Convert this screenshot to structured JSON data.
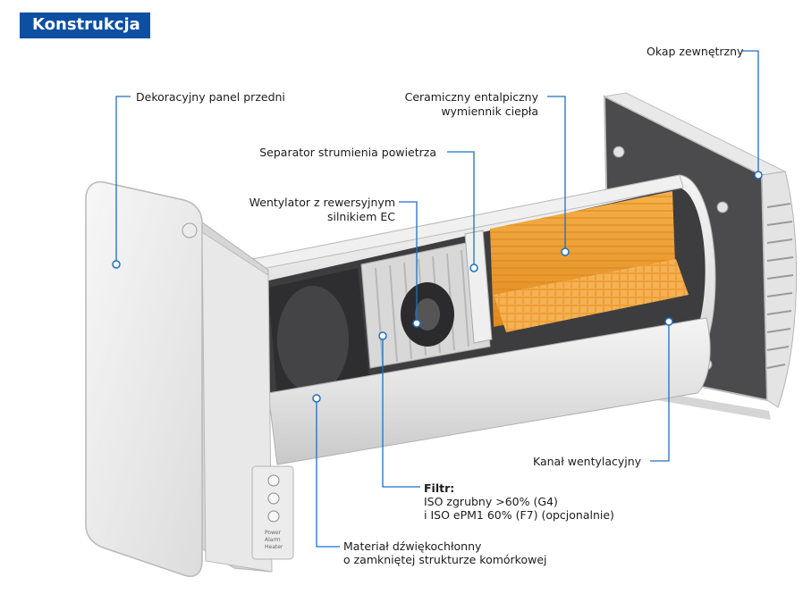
{
  "title": "Konstrukcja",
  "labels": {
    "front_panel": "Dekoracyjny panel przedni",
    "exterior_hood": "Okap zewnętrzny",
    "heat_exchanger_line1": "Ceramiczny entalpiczny",
    "heat_exchanger_line2": "wymiennik ciepła",
    "air_separator": "Separator strumienia powietrza",
    "fan_line1": "Wentylator z rewersyjnym",
    "fan_line2": "silnikiem EC",
    "duct": "Kanał wentylacyjny",
    "filter_title": "Filtr:",
    "filter_line1": "ISO zgrubny >60% (G4)",
    "filter_line2": "i ISO ePM1 60% (F7) (opcjonalnie)",
    "insulation_line1": "Materiał dźwiękochłonny",
    "insulation_line2": "o zamkniętej strukturze komórkowej"
  },
  "panel_indicators": [
    "Power",
    "Alarm",
    "Heater"
  ],
  "colors": {
    "accent": "#0d4fa3",
    "heat_exchanger": "#f0a232",
    "insulation": "#3a3a3c"
  }
}
